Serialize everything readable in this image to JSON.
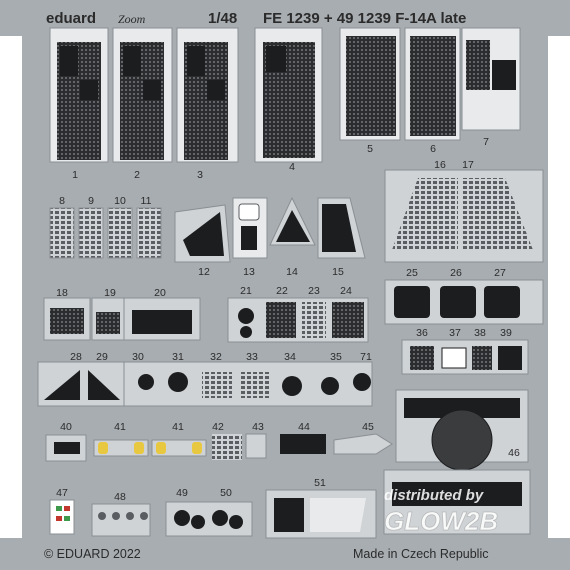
{
  "header": {
    "brand": "eduard",
    "zoom_logo": "Zoom",
    "scale": "1/48",
    "title": "FE 1239 + 49 1239 F-14A late"
  },
  "footer": {
    "copyright": "© EDUARD 2022",
    "origin": "Made in Czech Republic"
  },
  "watermark": {
    "line1": "distributed by",
    "line2": "GLOW2B"
  },
  "colors": {
    "fret_bg": "#a8adb1",
    "panel_black": "#1c1d1f",
    "panel_dark": "#2a2c2e",
    "part_light": "#cfd3d6",
    "yellow": "#e8c840",
    "red": "#c2362d",
    "green": "#3e9a4a"
  },
  "part_numbers": [
    "1",
    "2",
    "3",
    "4",
    "5",
    "6",
    "7",
    "8",
    "9",
    "10",
    "11",
    "12",
    "13",
    "14",
    "15",
    "16",
    "17",
    "18",
    "19",
    "20",
    "21",
    "22",
    "23",
    "24",
    "25",
    "26",
    "27",
    "28",
    "29",
    "30",
    "31",
    "32",
    "33",
    "34",
    "35",
    "36",
    "37",
    "38",
    "39",
    "40",
    "41",
    "41",
    "42",
    "43",
    "44",
    "45",
    "46",
    "47",
    "48",
    "49",
    "50",
    "51",
    "71"
  ]
}
